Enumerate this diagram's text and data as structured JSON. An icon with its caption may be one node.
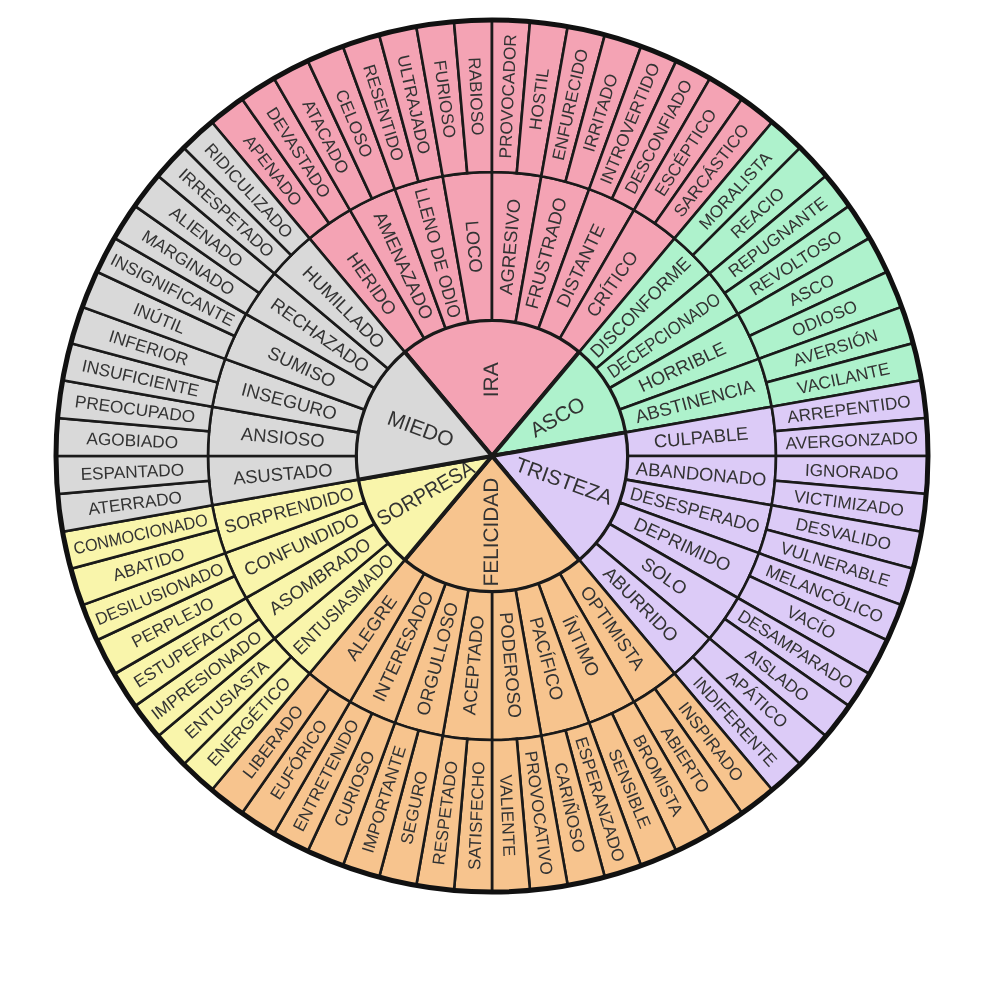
{
  "diagram": {
    "nodes": [
      {
        "text": [
          "IRA"
        ]
      },
      {
        "text": [
          "ASCO"
        ]
      },
      {
        "text": [
          "TRISTEZA"
        ]
      },
      {
        "text": [
          "FELICIDAD"
        ]
      },
      {
        "text": [
          "SORPRESA"
        ]
      },
      {
        "text": [
          "MIEDO"
        ]
      },
      {
        "text": [
          "HERIDO"
        ]
      },
      {
        "text": [
          "AMENAZADO"
        ]
      },
      {
        "text": [
          "LLENO DE ODIO"
        ]
      },
      {
        "text": [
          "LOCO"
        ]
      },
      {
        "text": [
          "AGRESIVO"
        ]
      },
      {
        "text": [
          "FRUSTRADO"
        ]
      },
      {
        "text": [
          "DISTANTE"
        ]
      },
      {
        "text": [
          "CRÍTICO"
        ]
      },
      {
        "text": [
          "DISCONFORME"
        ]
      },
      {
        "text": [
          "DECEPCIONADO"
        ]
      },
      {
        "text": [
          "HORRIBLE"
        ]
      },
      {
        "text": [
          "ABSTINENCIA"
        ]
      },
      {
        "text": [
          "CULPABLE"
        ]
      },
      {
        "text": [
          "ABANDONADO"
        ]
      },
      {
        "text": [
          "DESESPERADO"
        ]
      },
      {
        "text": [
          "DEPRIMIDO"
        ]
      },
      {
        "text": [
          "SOLO"
        ]
      },
      {
        "text": [
          "ABURRIDO"
        ]
      },
      {
        "text": [
          "OPTIMISTA"
        ]
      },
      {
        "text": [
          "ÍNTIMO"
        ]
      },
      {
        "text": [
          "PACÍFICO"
        ]
      },
      {
        "text": [
          "PODEROSO"
        ]
      },
      {
        "text": [
          "ACEPTADO"
        ]
      },
      {
        "text": [
          "ORGULLOSO"
        ]
      },
      {
        "text": [
          "INTERESADO"
        ]
      },
      {
        "text": [
          "ALEGRE"
        ]
      },
      {
        "text": [
          "ENTUSIASMADO"
        ]
      },
      {
        "text": [
          "ASOMBRADO"
        ]
      },
      {
        "text": [
          "CONFUNDIDO"
        ]
      },
      {
        "text": [
          "SORPRENDIDO"
        ]
      },
      {
        "text": [
          "ASUSTADO"
        ]
      },
      {
        "text": [
          "ANSIOSO"
        ]
      },
      {
        "text": [
          "INSEGURO"
        ]
      },
      {
        "text": [
          "SUMISO"
        ]
      },
      {
        "text": [
          "RECHAZADO"
        ]
      },
      {
        "text": [
          "HUMILLADO"
        ]
      },
      {
        "text": [
          "APENADO"
        ]
      },
      {
        "text": [
          "DEVASTADO"
        ]
      },
      {
        "text": [
          "ATACADO"
        ]
      },
      {
        "text": [
          "CELOSO"
        ]
      },
      {
        "text": [
          "RESENTIDO"
        ]
      },
      {
        "text": [
          "ULTRAJADO"
        ]
      },
      {
        "text": [
          "FURIOSO"
        ]
      },
      {
        "text": [
          "RABIOSO"
        ]
      },
      {
        "text": [
          "PROVOCADOR"
        ]
      },
      {
        "text": [
          "HOSTIL"
        ]
      },
      {
        "text": [
          "ENFURECIDO"
        ]
      },
      {
        "text": [
          "IRRITADO"
        ]
      },
      {
        "text": [
          "INTROVERTIDO"
        ]
      },
      {
        "text": [
          "DESCONFIADO"
        ]
      },
      {
        "text": [
          "ESCÉPTICO"
        ]
      },
      {
        "text": [
          "SARCÁSTICO"
        ]
      },
      {
        "text": [
          "MORALISTA"
        ]
      },
      {
        "text": [
          "REACIO"
        ]
      },
      {
        "text": [
          "REPUGNANTE"
        ]
      },
      {
        "text": [
          "REVOLTOSO"
        ]
      },
      {
        "text": [
          "ASCO"
        ]
      },
      {
        "text": [
          "ODIOSO"
        ]
      },
      {
        "text": [
          "AVERSIÓN"
        ]
      },
      {
        "text": [
          "VACILANTE"
        ]
      },
      {
        "text": [
          "ARREPENTIDO"
        ]
      },
      {
        "text": [
          "AVERGONZADO"
        ]
      },
      {
        "text": [
          "IGNORADO"
        ]
      },
      {
        "text": [
          "VICTIMIZADO"
        ]
      },
      {
        "text": [
          "DESVALIDO"
        ]
      },
      {
        "text": [
          "VULNERABLE"
        ]
      },
      {
        "text": [
          "MELANCÓLICO"
        ]
      },
      {
        "text": [
          "VACÍO"
        ]
      },
      {
        "text": [
          "DESAMPARADO"
        ]
      },
      {
        "text": [
          "AISLADO"
        ]
      },
      {
        "text": [
          "APÁTICO"
        ]
      },
      {
        "text": [
          "INDIFERENTE"
        ]
      },
      {
        "text": [
          "INSPIRADO"
        ]
      },
      {
        "text": [
          "ABIERTO"
        ]
      },
      {
        "text": [
          "BROMISTA"
        ]
      },
      {
        "text": [
          "SENSIBLE"
        ]
      },
      {
        "text": [
          "ESPERANZADO"
        ]
      },
      {
        "text": [
          "CARIÑOSO"
        ]
      },
      {
        "text": [
          "PROVOCATIVO"
        ]
      },
      {
        "text": [
          "VALIENTE"
        ]
      },
      {
        "text": [
          "SATISFECHO"
        ]
      },
      {
        "text": [
          "RESPETADO"
        ]
      },
      {
        "text": [
          "SEGURO"
        ]
      },
      {
        "text": [
          "IMPORTANTE"
        ]
      },
      {
        "text": [
          "CURIOSO"
        ]
      },
      {
        "text": [
          "ENTRETENIDO"
        ]
      },
      {
        "text": [
          "EUFÓRICO"
        ]
      },
      {
        "text": [
          "LIBERADO"
        ]
      },
      {
        "text": [
          "ENERGÉTICO"
        ]
      },
      {
        "text": [
          "ENTUSIASTA"
        ]
      },
      {
        "text": [
          "IMPRESIONADO"
        ]
      },
      {
        "text": [
          "ESTUPEFACTO"
        ]
      },
      {
        "text": [
          "PERPLEJO"
        ]
      },
      {
        "text": [
          "DESILUSIONADO"
        ]
      },
      {
        "text": [
          "ABATIDO"
        ]
      },
      {
        "text": [
          "CONMOCIONADO"
        ]
      },
      {
        "text": [
          "ATERRADO"
        ]
      },
      {
        "text": [
          "ESPANTADO"
        ]
      },
      {
        "text": [
          "AGOBIADO"
        ]
      },
      {
        "text": [
          "PREOCUPADO"
        ]
      },
      {
        "text": [
          "INSUFICIENTE"
        ]
      },
      {
        "text": [
          "INFERIOR"
        ]
      },
      {
        "text": [
          "INÚTIL"
        ]
      },
      {
        "text": [
          "INSIGNIFICANTE"
        ]
      },
      {
        "text": [
          "MARGINADO"
        ]
      },
      {
        "text": [
          "ALIENADO"
        ]
      },
      {
        "text": [
          "IRRESPETADO"
        ]
      },
      {
        "text": [
          "RIDICULIZADO"
        ]
      }
    ]
  }
}
